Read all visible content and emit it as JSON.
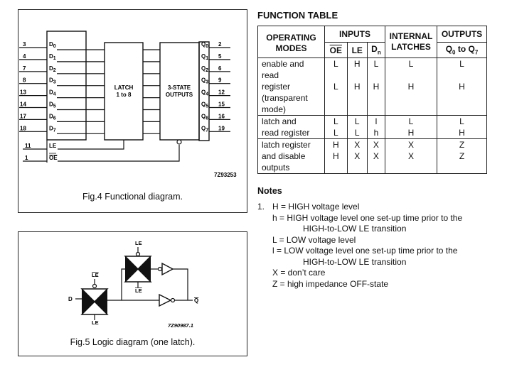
{
  "fig4": {
    "inputs": [
      {
        "pin": "3",
        "name": "D",
        "sub": "0"
      },
      {
        "pin": "4",
        "name": "D",
        "sub": "1"
      },
      {
        "pin": "7",
        "name": "D",
        "sub": "2"
      },
      {
        "pin": "8",
        "name": "D",
        "sub": "3"
      },
      {
        "pin": "13",
        "name": "D",
        "sub": "4"
      },
      {
        "pin": "14",
        "name": "D",
        "sub": "5"
      },
      {
        "pin": "17",
        "name": "D",
        "sub": "6"
      },
      {
        "pin": "18",
        "name": "D",
        "sub": "7"
      }
    ],
    "outputs": [
      {
        "pin": "2",
        "name": "Q",
        "sub": "0"
      },
      {
        "pin": "5",
        "name": "Q",
        "sub": "1"
      },
      {
        "pin": "6",
        "name": "Q",
        "sub": "2"
      },
      {
        "pin": "9",
        "name": "Q",
        "sub": "3"
      },
      {
        "pin": "12",
        "name": "Q",
        "sub": "4"
      },
      {
        "pin": "15",
        "name": "Q",
        "sub": "5"
      },
      {
        "pin": "16",
        "name": "Q",
        "sub": "6"
      },
      {
        "pin": "19",
        "name": "Q",
        "sub": "7"
      }
    ],
    "le_pin": "11",
    "le_label": "LE",
    "oe_pin": "1",
    "oe_label": "OE",
    "latch_label_1": "LATCH",
    "latch_label_2": "1 to 8",
    "state_label_1": "3-STATE",
    "state_label_2": "OUTPUTS",
    "code": "7Z93253",
    "caption": "Fig.4  Functional diagram."
  },
  "fig5": {
    "le_top": "LE",
    "le_bar_left": "LE",
    "le_bar_mid": "LE",
    "le_bottom": "LE",
    "d_label": "D",
    "q_label": "Q",
    "code": "7Z90987.1",
    "caption": "Fig.5  Logic diagram (one latch)."
  },
  "function_table": {
    "title": "FUNCTION TABLE",
    "headers": {
      "operating": "OPERATING MODES",
      "inputs": "INPUTS",
      "internal": "INTERNAL LATCHES",
      "outputs": "OUTPUTS",
      "oe": "OE",
      "le": "LE",
      "dn": "D",
      "dn_sub": "n",
      "q_range": "Q",
      "q_range_sub0": "0",
      "q_range_to": " to Q",
      "q_range_sub7": "7"
    },
    "rows": [
      {
        "mode_1": "enable and",
        "mode_2": "read",
        "mode_3": "register",
        "mode_4": "(transparent",
        "mode_5": "mode)",
        "r1_oe": "L",
        "r1_le": "H",
        "r1_dn": "L",
        "r1_int": "L",
        "r1_out": "L",
        "r2_oe": "L",
        "r2_le": "H",
        "r2_dn": "H",
        "r2_int": "H",
        "r2_out": "H"
      },
      {
        "mode_1": "latch and",
        "mode_2": "read register",
        "r1_oe": "L",
        "r1_le": "L",
        "r1_dn": "l",
        "r1_int": "L",
        "r1_out": "L",
        "r2_oe": "L",
        "r2_le": "L",
        "r2_dn": "h",
        "r2_int": "H",
        "r2_out": "H"
      },
      {
        "mode_1": "latch register",
        "mode_2": "and disable",
        "mode_3": "outputs",
        "r1_oe": "H",
        "r1_le": "X",
        "r1_dn": "X",
        "r1_int": "X",
        "r1_out": "Z",
        "r2_oe": "H",
        "r2_le": "X",
        "r2_dn": "X",
        "r2_int": "X",
        "r2_out": "Z"
      }
    ]
  },
  "notes": {
    "title": "Notes",
    "number": "1.",
    "lines": [
      "H = HIGH voltage level",
      "h = HIGH voltage level one set-up time prior to the",
      "HIGH-to-LOW LE transition",
      "L = LOW voltage level",
      "l = LOW voltage level one set-up time prior to the",
      "HIGH-to-LOW LE transition",
      "X = don’t care",
      "Z = high impedance OFF-state"
    ]
  }
}
